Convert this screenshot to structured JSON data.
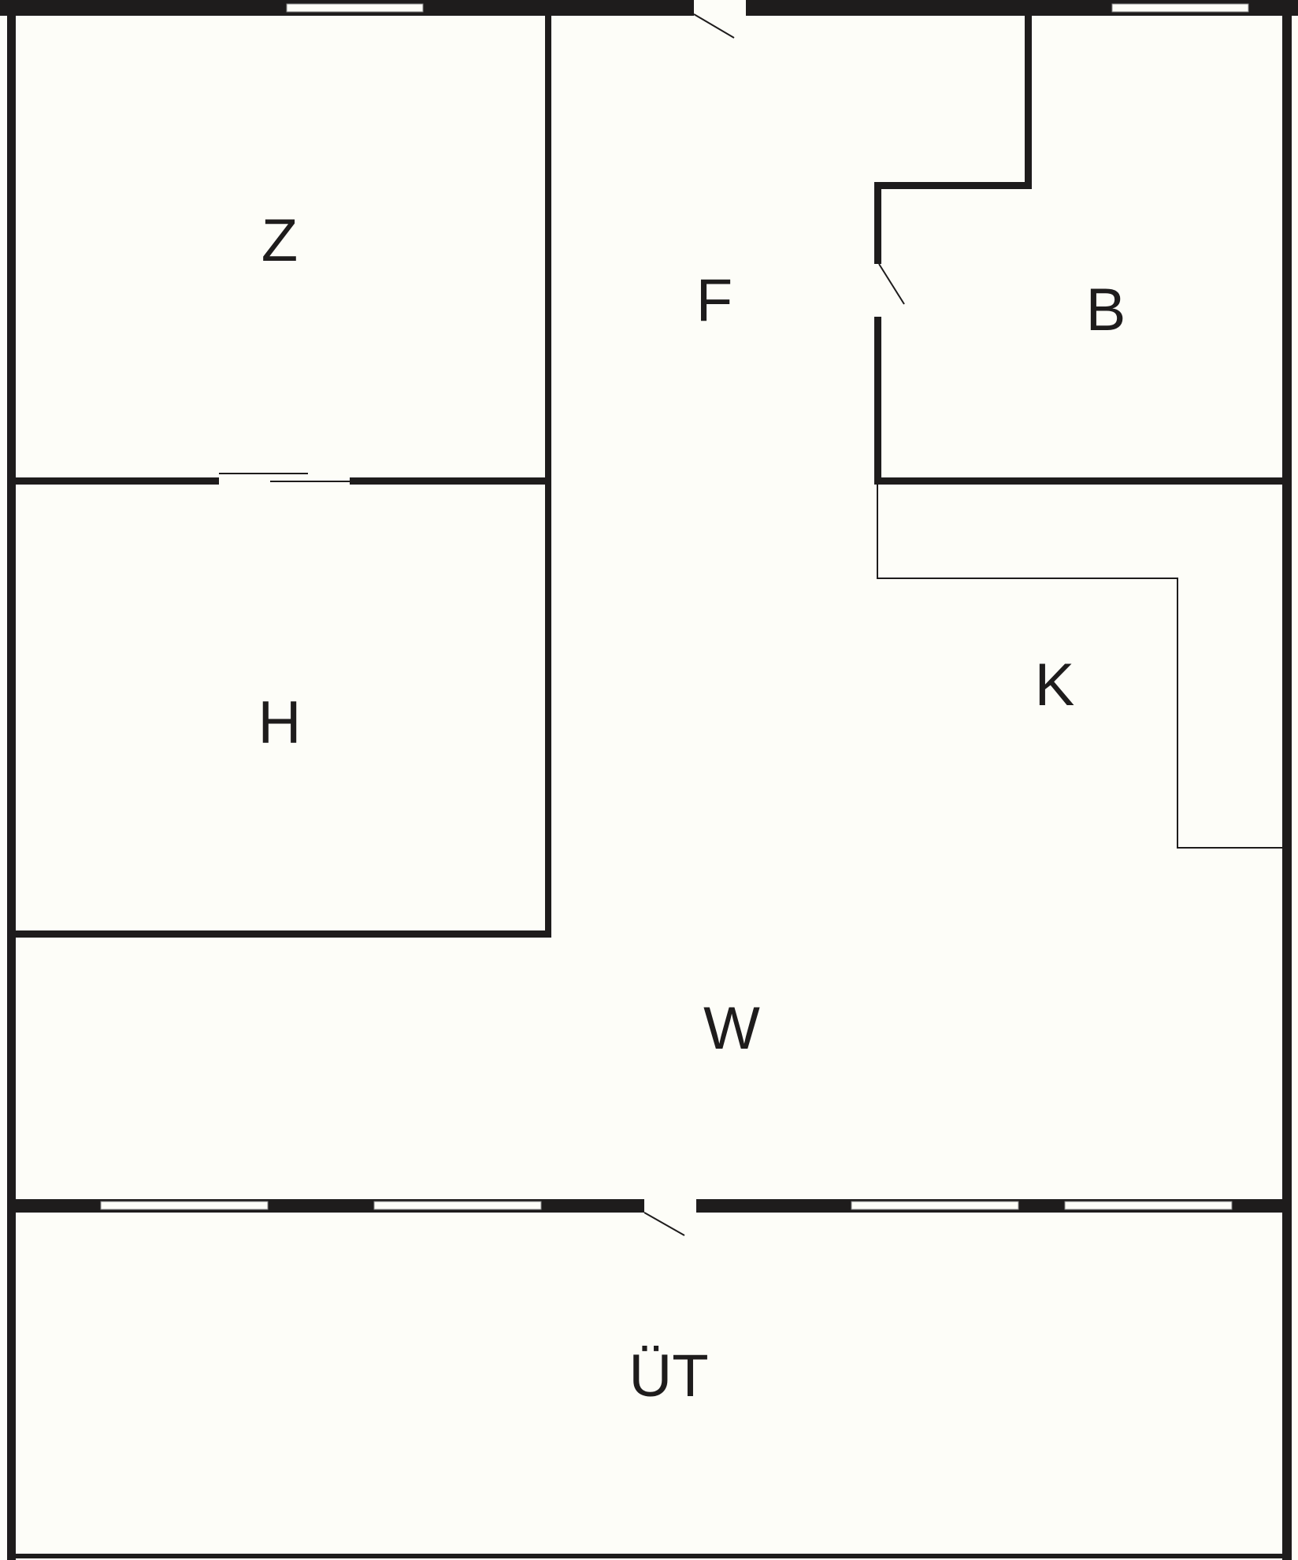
{
  "plan": {
    "rooms": {
      "z": "Z",
      "f": "F",
      "b": "B",
      "h": "H",
      "k": "K",
      "w": "W",
      "ut": "ÜT"
    },
    "colors": {
      "background": "#fdfdf8",
      "wall": "#1e1c1c"
    }
  }
}
